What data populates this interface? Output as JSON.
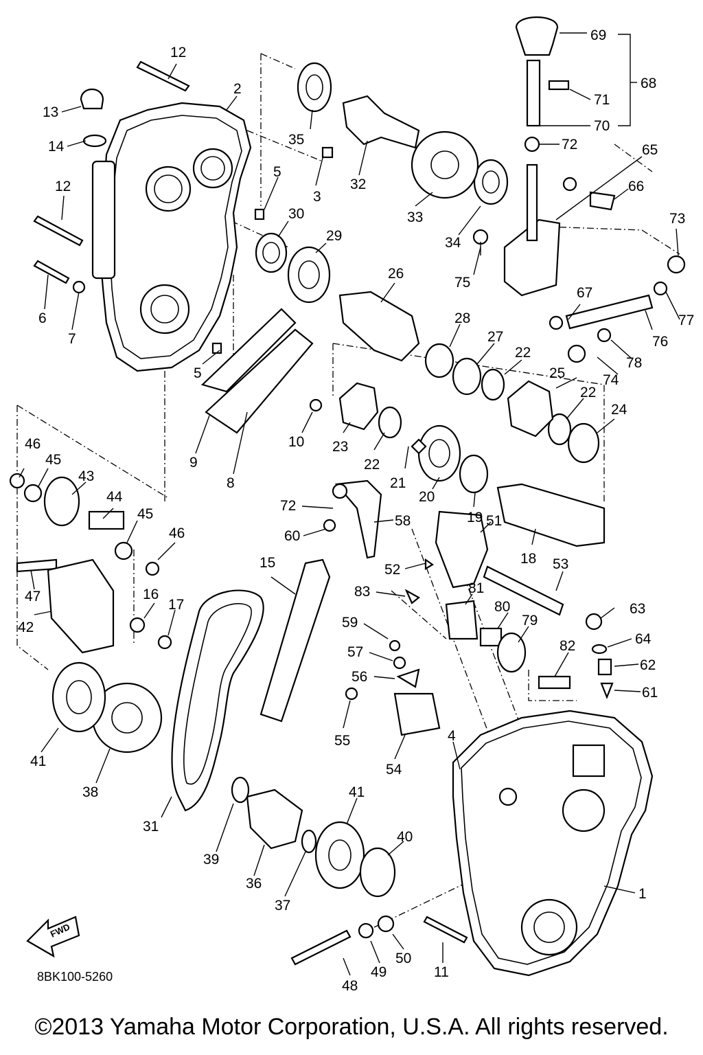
{
  "diagram": {
    "reference_code": "8BK100-5260",
    "fwd_label": "FWD",
    "copyright": "©2013 Yamaha Motor Corporation, U.S.A. All rights reserved.",
    "callouts": [
      "1",
      "2",
      "3",
      "4",
      "5",
      "5",
      "6",
      "7",
      "8",
      "9",
      "10",
      "11",
      "12",
      "12",
      "13",
      "14",
      "15",
      "16",
      "17",
      "18",
      "19",
      "20",
      "21",
      "22",
      "22",
      "22",
      "23",
      "24",
      "25",
      "26",
      "27",
      "28",
      "29",
      "30",
      "31",
      "32",
      "33",
      "34",
      "35",
      "36",
      "37",
      "38",
      "39",
      "40",
      "41",
      "41",
      "42",
      "43",
      "44",
      "45",
      "45",
      "46",
      "46",
      "47",
      "48",
      "49",
      "50",
      "51",
      "52",
      "53",
      "54",
      "55",
      "56",
      "57",
      "58",
      "59",
      "60",
      "61",
      "62",
      "63",
      "64",
      "65",
      "66",
      "67",
      "68",
      "69",
      "70",
      "71",
      "72",
      "72",
      "73",
      "74",
      "75",
      "76",
      "77",
      "78",
      "79",
      "80",
      "81",
      "82",
      "83"
    ]
  }
}
